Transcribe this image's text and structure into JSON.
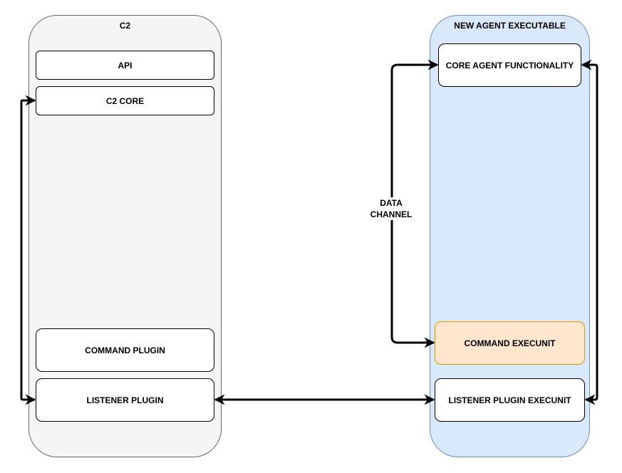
{
  "c2": {
    "title": "C2",
    "api": "API",
    "core": "C2 CORE",
    "command_plugin": "COMMAND PLUGIN",
    "listener_plugin": "LISTENER PLUGIN"
  },
  "agent": {
    "title": "NEW AGENT EXECUTABLE",
    "core_functionality": "CORE AGENT FUNCTIONALITY",
    "command_execunit": "COMMAND EXECUNIT",
    "listener_execunit": "LISTENER PLUGIN EXECUNIT"
  },
  "edges": {
    "data_channel_line1": "DATA",
    "data_channel_line2": "CHANNEL"
  },
  "colors": {
    "c2_fill": "#f5f5f5",
    "agent_fill": "#dae8fc",
    "agent_stroke": "#6c8ebf",
    "execunit_fill": "#ffe6cc",
    "execunit_stroke": "#d79b00"
  }
}
